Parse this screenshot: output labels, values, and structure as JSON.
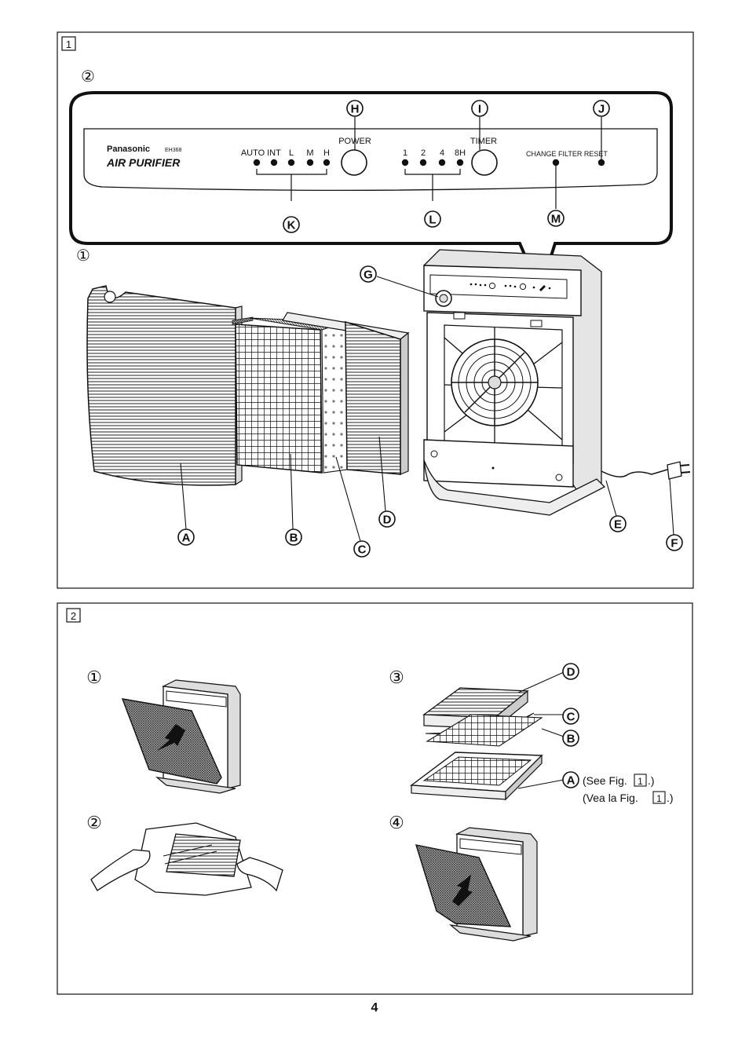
{
  "fig1": {
    "box_label": "1",
    "step_panel": "②",
    "step_exploded": "①",
    "panel": {
      "brand": "Panasonic",
      "model": "EH368",
      "product": "AIR PURIFIER",
      "modes": [
        "AUTO",
        "INT",
        "L",
        "M",
        "H"
      ],
      "power_label": "POWER",
      "timers": [
        "1",
        "2",
        "4",
        "8H"
      ],
      "timer_label": "TIMER",
      "change_filter_label": "CHANGE FILTER RESET"
    },
    "callouts": {
      "A": "A",
      "B": "B",
      "C": "C",
      "D": "D",
      "E": "E",
      "F": "F",
      "G": "G",
      "H": "H",
      "I": "I",
      "J": "J",
      "K": "K",
      "L": "L",
      "M": "M"
    }
  },
  "fig2": {
    "box_label": "2",
    "steps": [
      "①",
      "②",
      "③",
      "④"
    ],
    "callouts": {
      "D": "D",
      "C": "C",
      "B": "B",
      "A": "A"
    },
    "see_fig_en": "(See Fig.",
    "see_fig_es": "(Vea la Fig.",
    "fig_ref": "1",
    "fig_ref_close": ".)"
  },
  "page_number": "4"
}
